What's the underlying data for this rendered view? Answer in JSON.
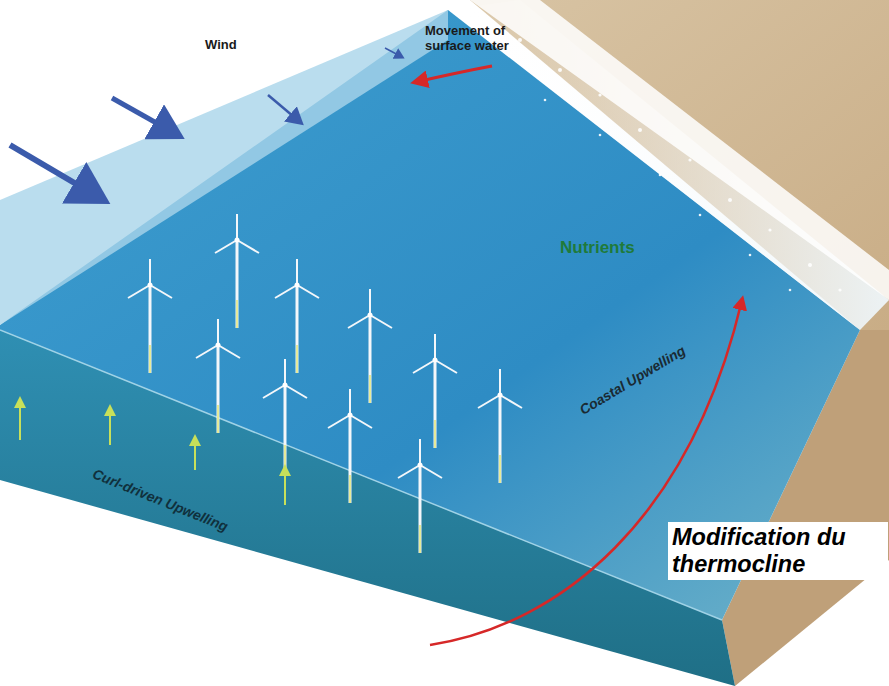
{
  "diagram": {
    "caption": "Modification du thermocline",
    "labels": [
      "Wind",
      "Movement of surface water",
      "Nutrients",
      "Coastal Upwelling",
      "Curl-driven Upwelling"
    ]
  }
}
